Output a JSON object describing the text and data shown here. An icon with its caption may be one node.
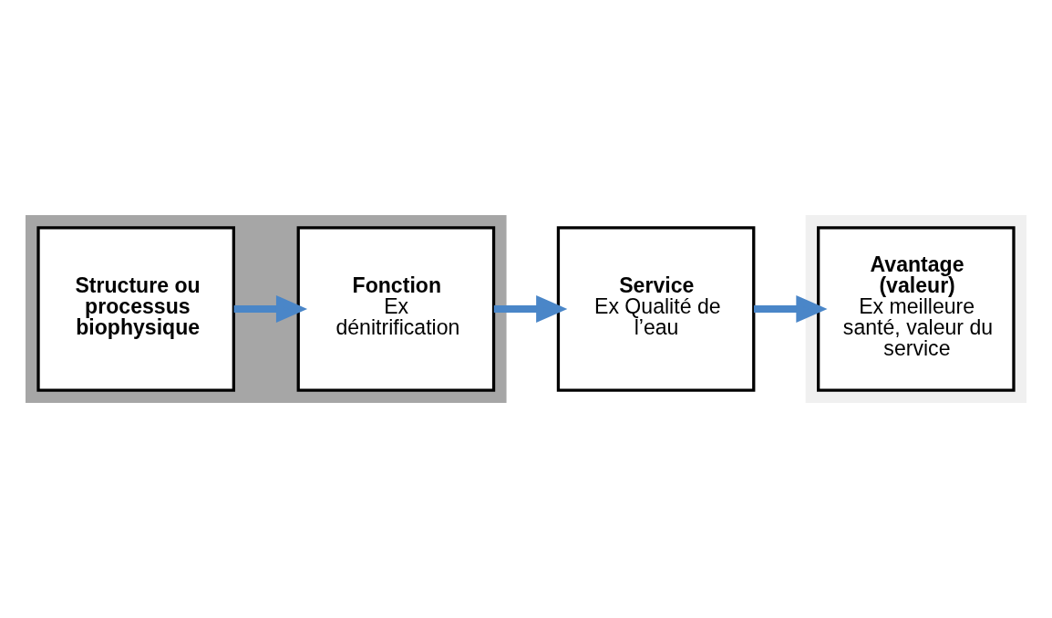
{
  "diagram": {
    "nodes": [
      {
        "text": [],
        "shape": "box"
      },
      {
        "text": [],
        "shape": "box"
      },
      {
        "text": [
          "Structure ou processus biophysique"
        ],
        "in": 0
      },
      {
        "text": [
          "Fonction",
          "Ex dénitrification"
        ],
        "in": 0
      },
      {
        "text": [
          "Service",
          "Ex Qualité de l’eau"
        ]
      },
      {
        "text": [
          "Avantage (valeur)",
          "Ex meilleure santé, valeur du service"
        ],
        "in": 1
      }
    ],
    "edges": [
      {
        "from": 2,
        "to": 3,
        "arrow": "to"
      },
      {
        "from": 3,
        "to": 4,
        "arrow": "to"
      },
      {
        "from": 4,
        "to": 5,
        "arrow": "to"
      }
    ]
  }
}
